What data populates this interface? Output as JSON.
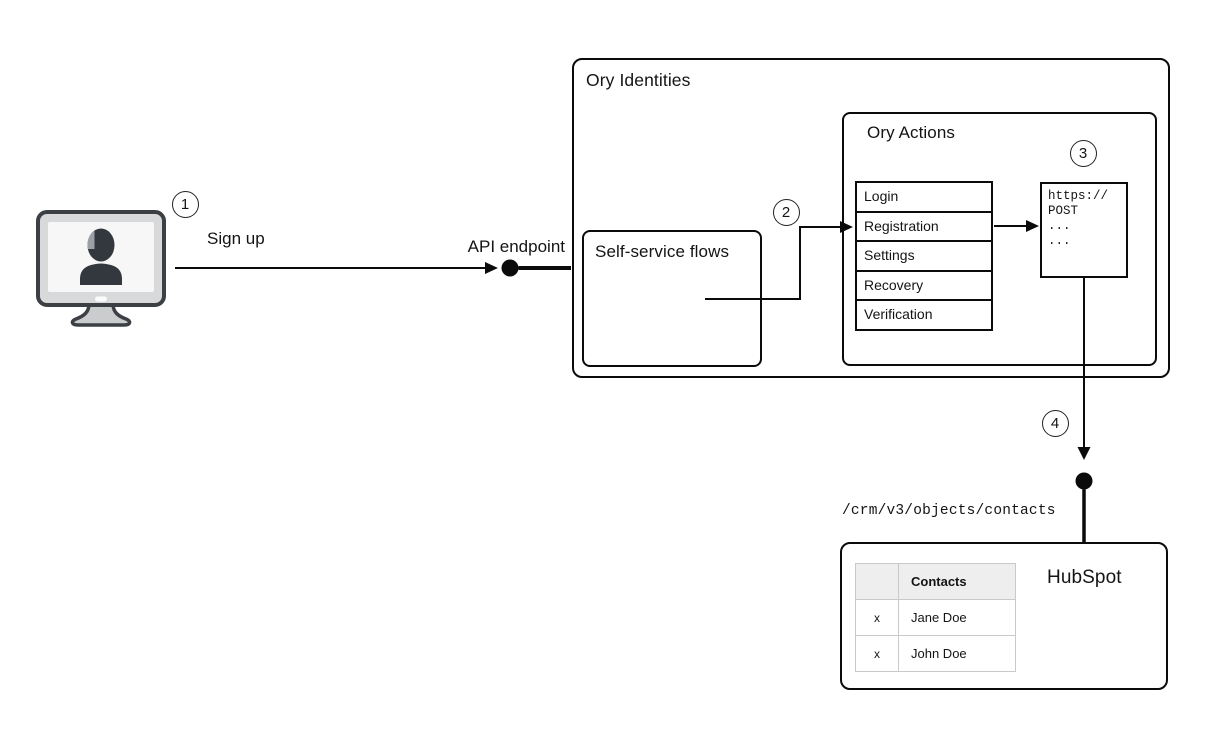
{
  "colors": {
    "line": "#0b0b0b",
    "text": "#141414",
    "contacts_header_bg": "#eeeeee",
    "contacts_border": "#c9c9c9",
    "monitor_outline": "#3c4045",
    "monitor_bezel": "#d8d9da",
    "monitor_screen": "#f7f7f8",
    "monitor_silhouette": "#33383e"
  },
  "icons": {
    "actor": "user-monitor-icon",
    "endpoint_node": "filled-dot-icon"
  },
  "steps": [
    {
      "number": "1",
      "label": "Sign up"
    },
    {
      "number": "2",
      "label": ""
    },
    {
      "number": "3",
      "label": ""
    },
    {
      "number": "4",
      "label": ""
    }
  ],
  "labels": {
    "api_endpoint": "API endpoint",
    "crm_path": "/crm/v3/objects/contacts"
  },
  "ory_identities": {
    "title": "Ory Identities",
    "self_service_flows": {
      "title": "Self-service flows"
    },
    "ory_actions": {
      "title": "Ory Actions",
      "flows": [
        "Login",
        "Registration",
        "Settings",
        "Recovery",
        "Verification"
      ],
      "webhook": {
        "lines": [
          "https://",
          "POST",
          "...",
          "..."
        ]
      }
    }
  },
  "hubspot": {
    "title": "HubSpot",
    "table": {
      "headers": [
        "",
        "Contacts"
      ],
      "rows": [
        {
          "mark": "x",
          "name": "Jane Doe"
        },
        {
          "mark": "x",
          "name": "John Doe"
        }
      ]
    }
  }
}
